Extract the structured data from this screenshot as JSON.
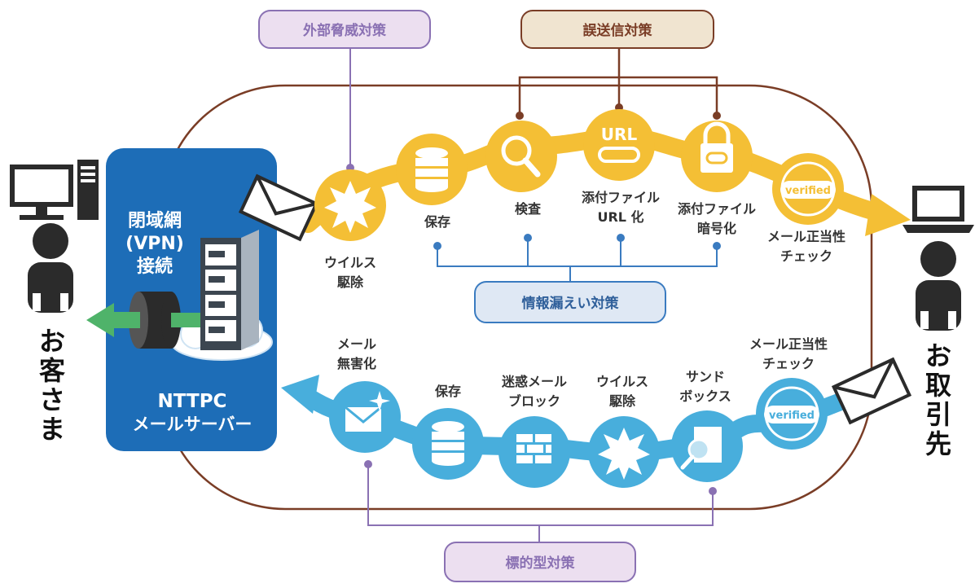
{
  "colors": {
    "yellow": "#f4bf35",
    "blue_flow": "#48aedc",
    "server_box": "#1d6db7",
    "brown_line": "#7a3d26",
    "purple_line": "#8a71b3",
    "blue_line": "#3a7bc0",
    "tag_external_fill": "#ecdff0",
    "tag_missend_fill": "#f0e4d0",
    "tag_info_fill": "#dfe8f4",
    "tag_targeted_fill": "#ecdff0"
  },
  "left": {
    "person_label": "お客さま",
    "vpn_label": [
      "閉域網",
      "(VPN)",
      "接続"
    ],
    "server_label": [
      "NTTPC",
      "メールサーバー"
    ]
  },
  "right": {
    "person_label": "お取引先"
  },
  "tags": {
    "external": "外部脅威対策",
    "missend": "誤送信対策",
    "info_leak": "情報漏えい対策",
    "targeted": "標的型対策"
  },
  "outbound": [
    {
      "id": "virus",
      "icon": "virus-burst-icon",
      "label": [
        "ウイルス",
        "駆除"
      ]
    },
    {
      "id": "store",
      "icon": "database-icon",
      "label": [
        "保存"
      ]
    },
    {
      "id": "inspect",
      "icon": "magnifier-icon",
      "label": [
        "検査"
      ]
    },
    {
      "id": "url",
      "icon": "url-link-icon",
      "icon_text": "URL",
      "label": [
        "添付ファイル",
        "URL 化"
      ]
    },
    {
      "id": "encrypt",
      "icon": "lock-clip-icon",
      "label": [
        "添付ファイル",
        "暗号化"
      ]
    },
    {
      "id": "verify",
      "icon": "verified-badge-icon",
      "icon_text": "verified",
      "label": [
        "メール正当性",
        "チェック"
      ]
    }
  ],
  "inbound": [
    {
      "id": "sanitize",
      "icon": "mail-sparkle-icon",
      "label": [
        "メール",
        "無害化"
      ]
    },
    {
      "id": "store",
      "icon": "database-icon",
      "label": [
        "保存"
      ]
    },
    {
      "id": "spam",
      "icon": "brick-wall-icon",
      "label": [
        "迷惑メール",
        "ブロック"
      ]
    },
    {
      "id": "virus",
      "icon": "virus-burst-icon",
      "label": [
        "ウイルス",
        "駆除"
      ]
    },
    {
      "id": "sandbox",
      "icon": "sandbox-doc-icon",
      "label": [
        "サンド",
        "ボックス"
      ]
    },
    {
      "id": "verify",
      "icon": "verified-badge-icon",
      "icon_text": "verified",
      "label": [
        "メール正当性",
        "チェック"
      ]
    }
  ]
}
